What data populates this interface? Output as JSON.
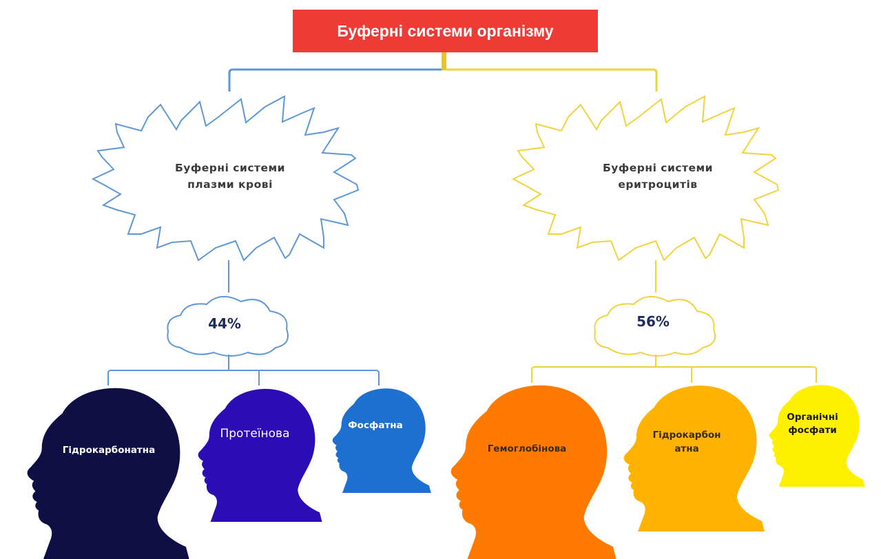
{
  "title": "Буферні системи організму",
  "colors": {
    "title_bg": "#ef3b36",
    "left_line": "#5b97d9",
    "right_line": "#f2d23c"
  },
  "groups": [
    {
      "name": "Буферні системи плазми крові",
      "line1": "Буферні системи",
      "line2": "плазми крові",
      "percent": "44%",
      "items": [
        {
          "label": "Гідрокарбонатна",
          "color": "#0f0f45"
        },
        {
          "label": "Протеїнова",
          "color": "#2c0db5"
        },
        {
          "label": "Фосфатна",
          "color": "#1d6fd0"
        }
      ]
    },
    {
      "name": "Буферні системи еритроцитів",
      "line1": "Буферні системи",
      "line2": "еритроцитів",
      "percent": "56%",
      "items": [
        {
          "label": "Гемоглобінова",
          "color": "#ff7a00"
        },
        {
          "label": "Гідрокарбон атна",
          "line1": "Гідрокарбон",
          "line2": "атна",
          "color": "#ffb300"
        },
        {
          "label": "Органічні фосфати",
          "line1": "Органічні",
          "line2": "фосфати",
          "color": "#fff000"
        }
      ]
    }
  ]
}
